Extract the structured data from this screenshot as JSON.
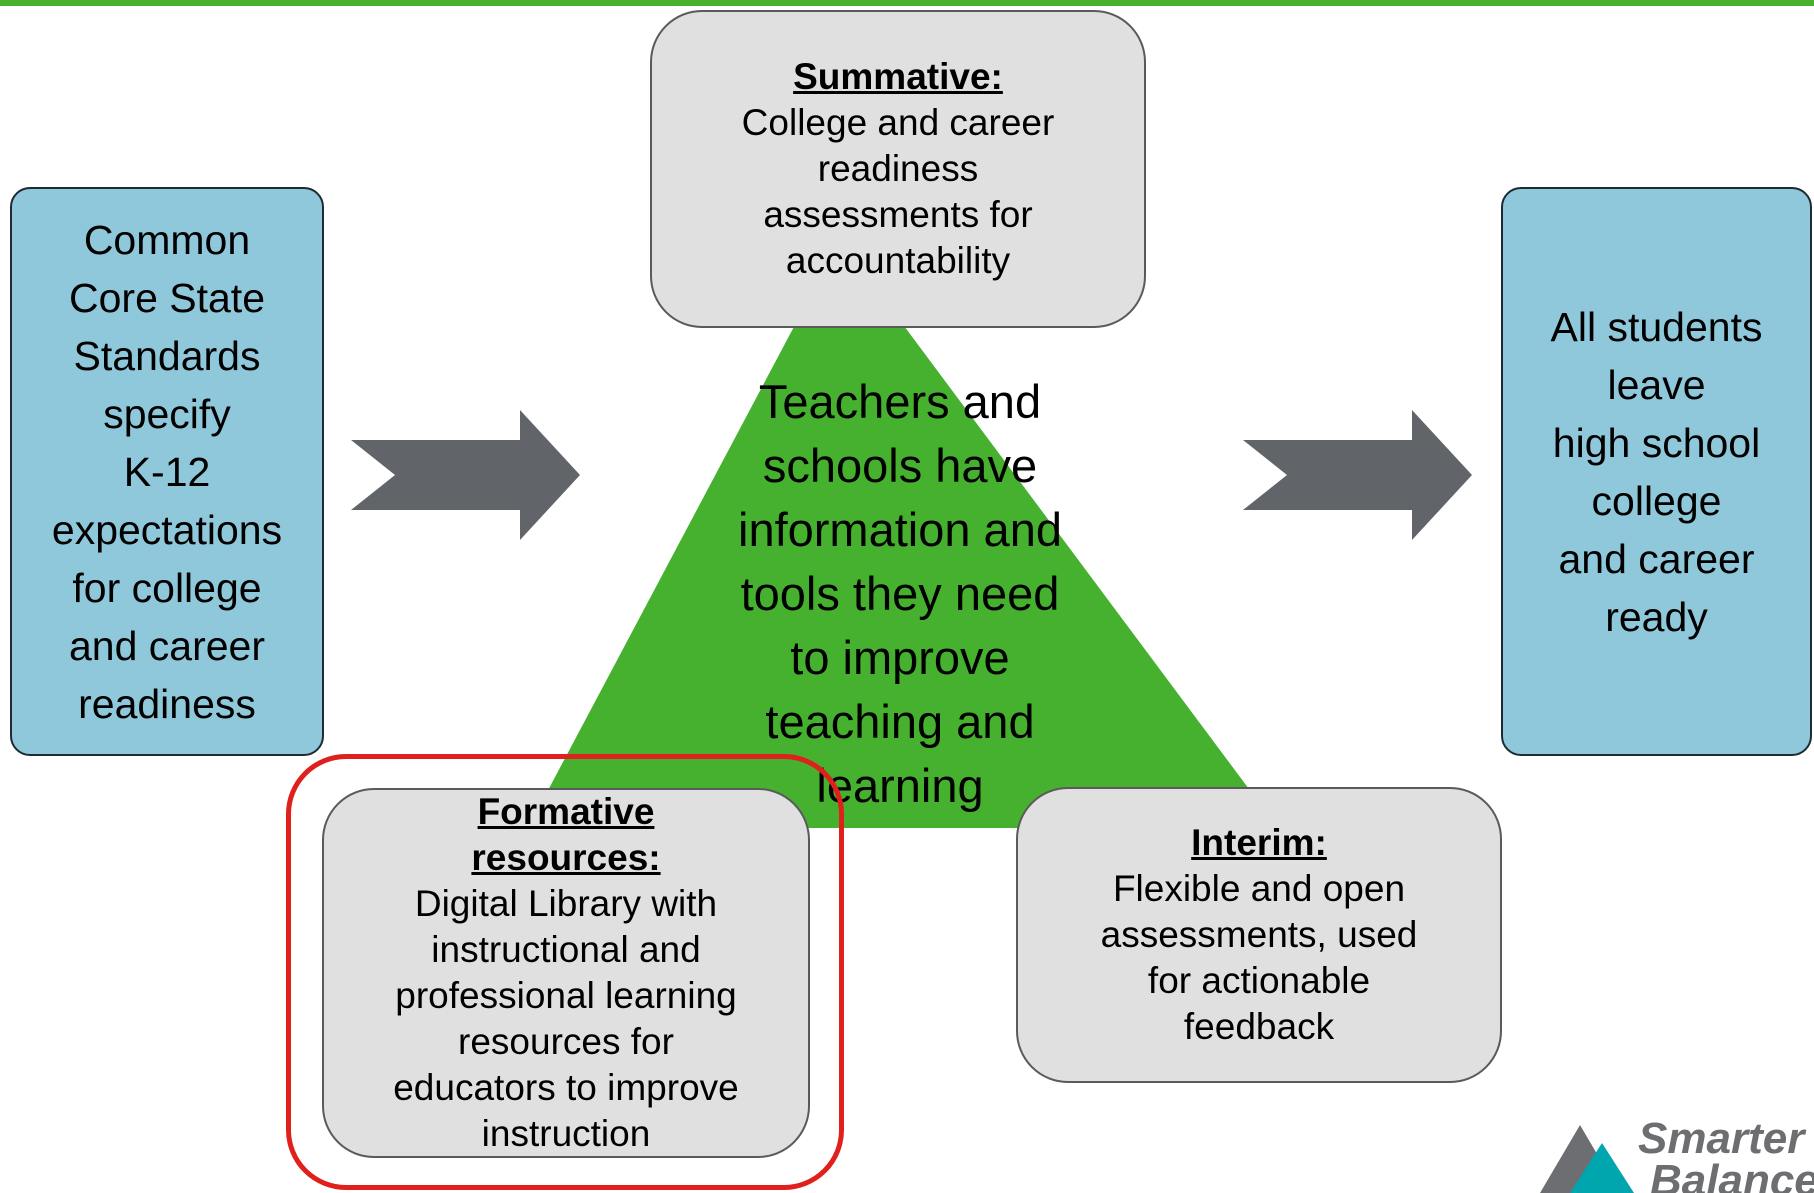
{
  "colors": {
    "accent_green": "#46b12e",
    "box_blue": "#8ec8da",
    "box_gray": "#e0e0e0",
    "arrow_gray": "#616569",
    "highlight_red": "#e0201c",
    "logo_gray": "#6d6e71",
    "logo_teal": "#00a6ad"
  },
  "left_box": {
    "lines": [
      "Common",
      "Core State",
      "Standards",
      "specify",
      "K-12",
      "expectations",
      "for college",
      "and career",
      "readiness"
    ]
  },
  "right_box": {
    "lines": [
      "All students",
      "leave",
      "high school",
      "college",
      "and career",
      "ready"
    ]
  },
  "center": {
    "lines": [
      "Teachers and",
      "schools have",
      "information and",
      "tools they need",
      "to improve",
      "teaching and",
      "learning"
    ]
  },
  "summative": {
    "heading": "Summative:",
    "lines": [
      "College and career",
      "readiness",
      "assessments for",
      "accountability"
    ]
  },
  "formative": {
    "heading_lines": [
      "Formative",
      "resources:"
    ],
    "lines": [
      "Digital Library with",
      "instructional and",
      "professional learning",
      "resources for",
      "educators to improve",
      "instruction"
    ]
  },
  "interim": {
    "heading": "Interim:",
    "lines": [
      "Flexible and open",
      "assessments, used",
      "for actionable",
      "feedback"
    ]
  },
  "logo": {
    "icon": "smarter-balanced-logo",
    "line1": "Smarter",
    "line2": "Balanced"
  }
}
